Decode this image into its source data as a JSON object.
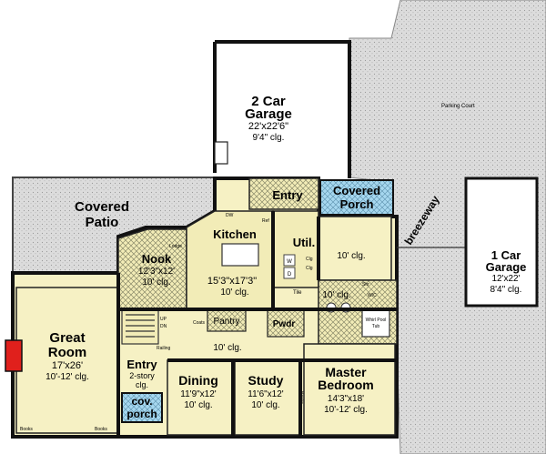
{
  "title": "",
  "colors": {
    "wall": "#111111",
    "floor_room": "#f6f1c4",
    "floor_tile": "#f2ecb7",
    "hatch": "#7a7a7a",
    "patio": "#d9d9d9",
    "porch_blue": "#a6d7ef",
    "fireplace_red": "#e0201c"
  },
  "labels": {
    "garage2": {
      "name": "2 Car",
      "name2": "Garage",
      "dims": "22'x22'6\"",
      "clg": "9'4\" clg."
    },
    "parking": "Parking Court",
    "covered_patio": {
      "line1": "Covered",
      "line2": "Patio"
    },
    "entry_top": "Entry",
    "covered_porch": {
      "line1": "Covered",
      "line2": "Porch"
    },
    "breezeway": "breezeway",
    "garage1": {
      "name": "1 Car",
      "name2": "Garage",
      "dims": "12'x22'",
      "clg": "8'4\" clg."
    },
    "kitchen": {
      "name": "Kitchen",
      "dims": "15'3\"x17'3\"",
      "clg": "10' clg."
    },
    "nook": {
      "name": "Nook",
      "dims": "12'3\"x12'",
      "clg": "10' clg."
    },
    "util": "Util.",
    "util_clg": "10' clg.",
    "hall_clg": "10' clg.",
    "great_room": {
      "name": "Great",
      "name2": "Room",
      "dims": "17'x26'",
      "clg": "10'-12' clg."
    },
    "entry": {
      "name": "Entry",
      "sub": "2-story",
      "sub2": "clg."
    },
    "pantry": "Pantry",
    "pwdr": "Pwdr",
    "dining": {
      "name": "Dining",
      "dims": "11'9\"x12'",
      "clg": "10' clg."
    },
    "study": {
      "name": "Study",
      "dims": "11'6\"x12'",
      "clg": "10' clg."
    },
    "master": {
      "name": "Master",
      "name2": "Bedroom",
      "dims": "14'3\"x18'",
      "clg": "10'-12' clg."
    },
    "cov_porch": {
      "line1": "cov.",
      "line2": "porch"
    },
    "foyer_clg": "10' clg.",
    "small": {
      "lodge": "Lodge",
      "shr": "Shr",
      "dw": "DW",
      "w": "W",
      "d": "D",
      "clg1": "Clg",
      "clg2": "Clg",
      "tile": "Tile",
      "whirl": "Whirl Pool",
      "tub": "Tub",
      "wc": "W/C",
      "books": "Books",
      "coats": "Coats",
      "railing": "Railing",
      "ref": "Ref",
      "up": "UP",
      "dn": "DN"
    }
  }
}
